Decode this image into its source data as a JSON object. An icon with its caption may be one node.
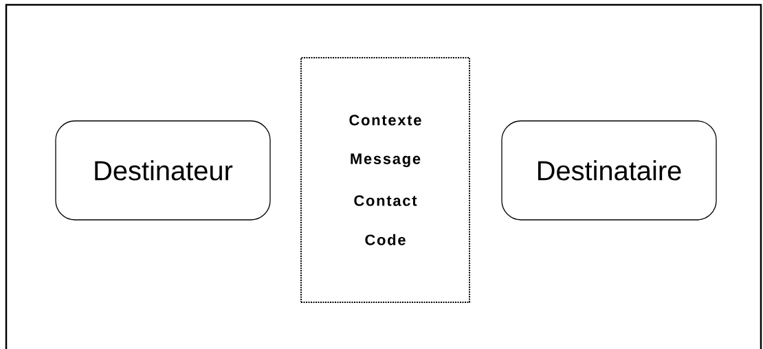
{
  "diagram": {
    "nodes": [
      {
        "text": [
          "Destinateur"
        ]
      },
      {
        "text": [
          "Contexte",
          "Message",
          "Contact",
          "Code"
        ]
      },
      {
        "text": [
          "Destinataire"
        ]
      }
    ]
  }
}
